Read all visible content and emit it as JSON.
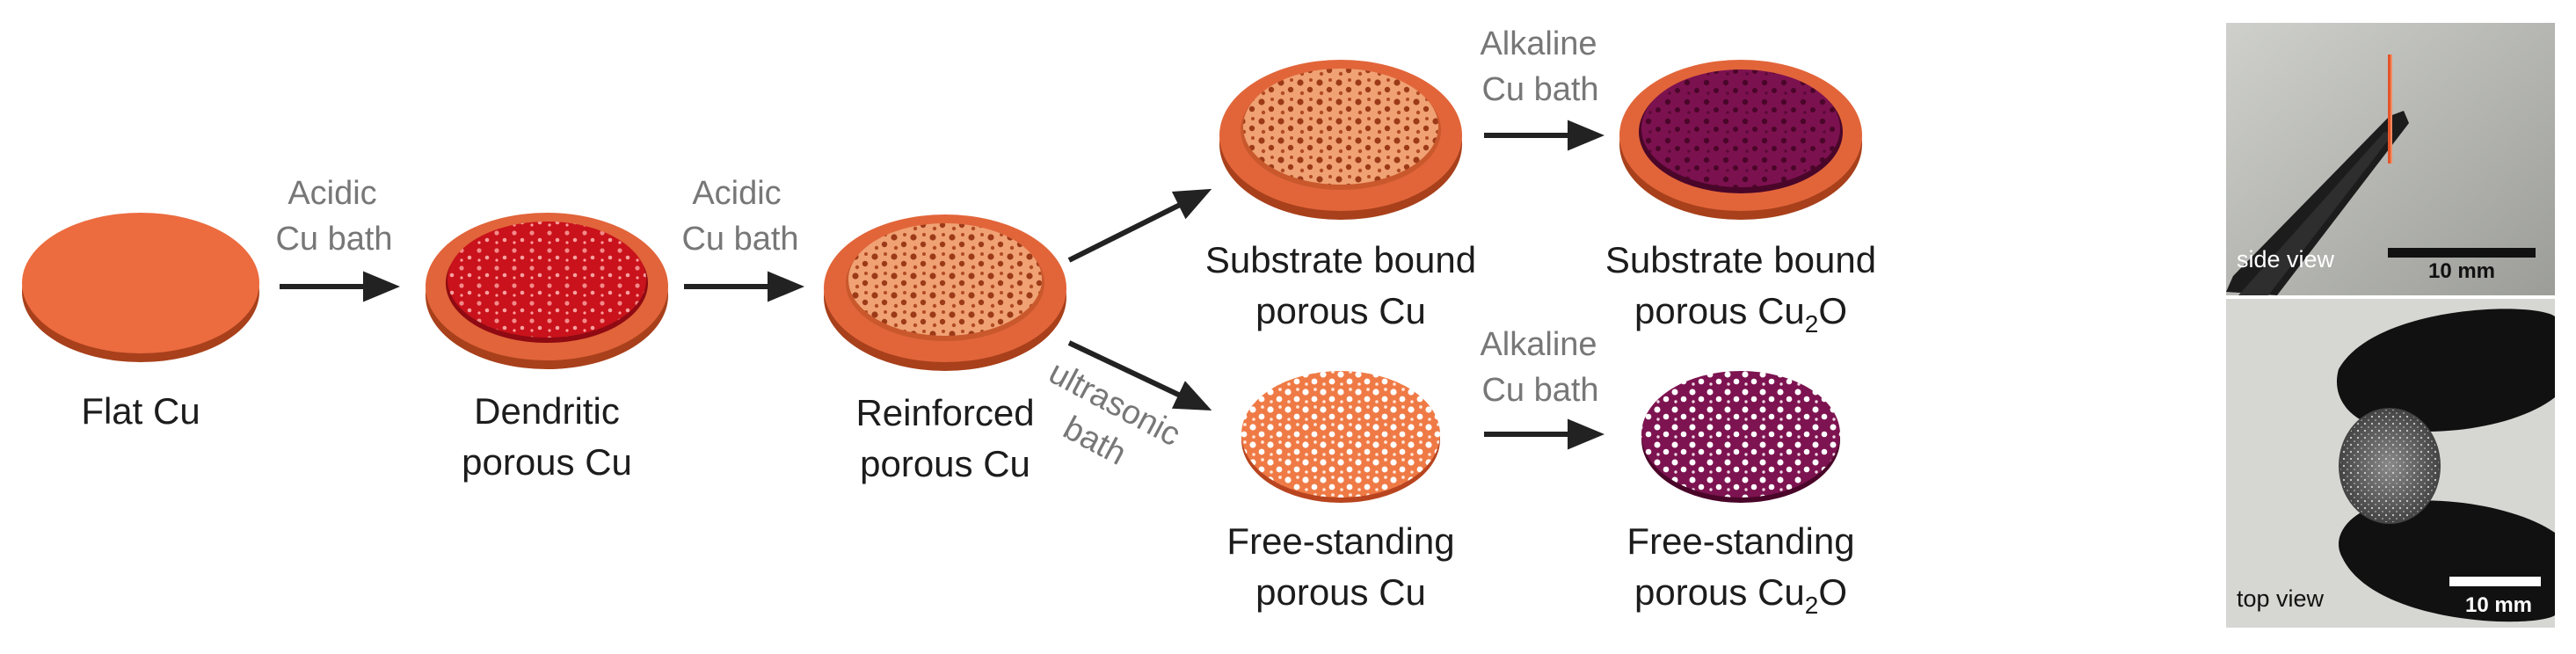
{
  "colors": {
    "copper": "#ec6b3f",
    "copper_dark": "#b8451f",
    "copper_rim": "#d8602f",
    "dendritic_red": "#c0111a",
    "reinforced_inner": "#ef9a6c",
    "oxide_purple": "#7a0f4a",
    "oxide_purple_dark": "#5a0936",
    "arrow": "#222222",
    "condition_text": "#777777"
  },
  "stages": {
    "flat_cu": {
      "line1": "Flat Cu"
    },
    "dendritic": {
      "line1": "Dendritic",
      "line2": "porous Cu"
    },
    "reinforced": {
      "line1": "Reinforced",
      "line2": "porous Cu"
    },
    "substrate_cu": {
      "line1": "Substrate bound",
      "line2": "porous Cu"
    },
    "substrate_cu2o": {
      "line1": "Substrate bound",
      "line2_prefix": "porous Cu",
      "line2_sub": "2",
      "line2_suffix": "O"
    },
    "freestanding_cu": {
      "line1": "Free-standing",
      "line2": "porous Cu"
    },
    "freestanding_cu2o": {
      "line1": "Free-standing",
      "line2_prefix": "porous Cu",
      "line2_sub": "2",
      "line2_suffix": "O"
    }
  },
  "conditions": {
    "acidic_1": {
      "line1": "Acidic",
      "line2": "Cu bath"
    },
    "acidic_2": {
      "line1": "Acidic",
      "line2": "Cu bath"
    },
    "alkaline_1": {
      "line1": "Alkaline",
      "line2": "Cu bath"
    },
    "alkaline_2": {
      "line1": "Alkaline",
      "line2": "Cu bath"
    },
    "ultrasonic": {
      "line1": "ultrasonic",
      "line2": "bath"
    }
  },
  "photos": {
    "side": {
      "caption": "side view",
      "scale": "10 mm"
    },
    "top": {
      "caption": "top view",
      "scale": "10 mm"
    }
  }
}
